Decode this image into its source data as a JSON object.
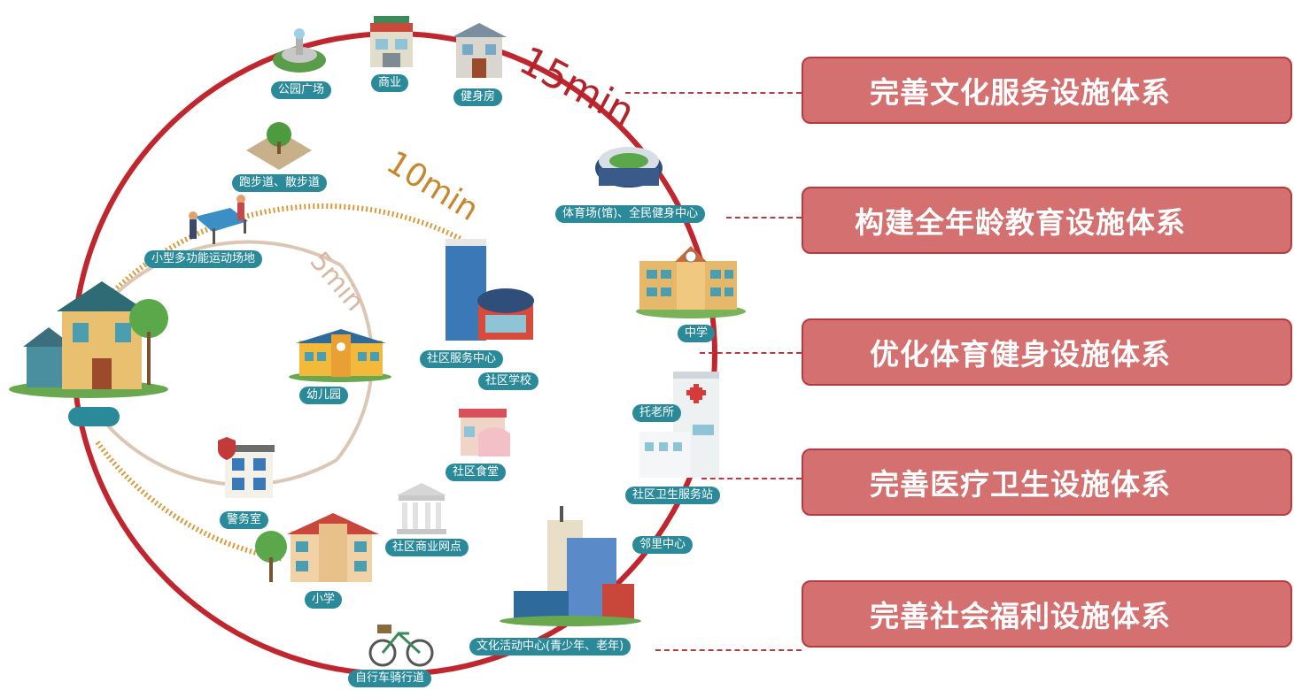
{
  "ring_labels": {
    "r15": "15min",
    "r10": "10min",
    "r5": "5min"
  },
  "facilities": {
    "park": "公园广场",
    "commerce": "商业",
    "gym": "健身房",
    "track": "跑步道、散步道",
    "small_sports": "小型多功能运动场地",
    "stadium": "体育场(馆)、全民健身中心",
    "middle_school": "中学",
    "community_service": "社区服务中心",
    "community_school": "社区学校",
    "kindergarten": "幼儿园",
    "elder_care": "托老所",
    "canteen": "社区食堂",
    "health_station": "社区卫生服务站",
    "police": "警务室",
    "business_outlet": "社区商业网点",
    "neighborhood": "邻里中心",
    "primary_school": "小学",
    "culture_center": "文化活动中心(青少年、老年)",
    "bike_lane": "自行车骑行道"
  },
  "systems": [
    "完善文化服务设施体系",
    "构建全年龄教育设施体系",
    "优化体育健身设施体系",
    "完善医疗卫生设施体系",
    "完善社会福利设施体系"
  ],
  "colors": {
    "ring15": "#c0262d",
    "ring10": "#d89a3a",
    "ring5": "#dcc6b4",
    "pill": "#2a8a9a",
    "system_box": "#d4706f",
    "system_border": "#b83a40"
  }
}
